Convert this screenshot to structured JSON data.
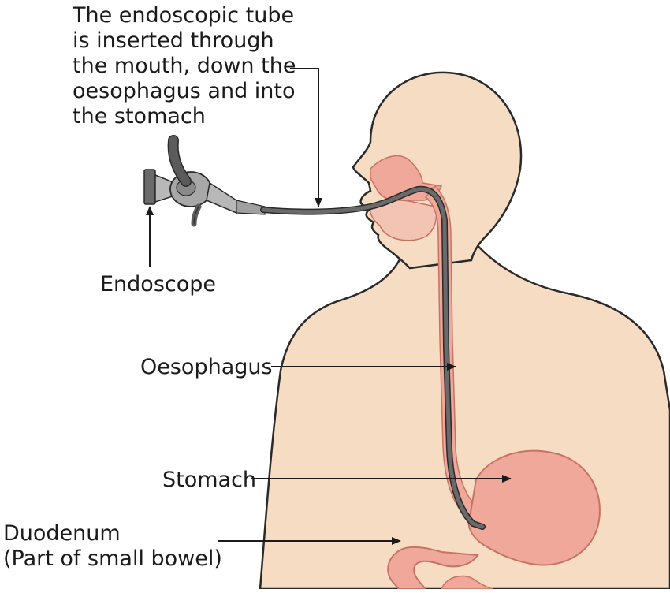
{
  "caption": {
    "lines": [
      "The endoscopic tube",
      "is inserted through",
      "the mouth, down the",
      "oesophagus and into",
      "the stomach"
    ]
  },
  "labels": {
    "endoscope": "Endoscope",
    "oesophagus": "Oesophagus",
    "stomach": "Stomach",
    "duodenum_line1": "Duodenum",
    "duodenum_line2": "(Part of small bowel)"
  },
  "colors": {
    "skin": "#f6dcc3",
    "skin_outline": "#2a2a2a",
    "organ": "#efa89a",
    "organ_dark": "#e48f80",
    "tube": "#5b5b5b",
    "device_gray": "#a8a8a8",
    "arrow": "#1a1a1a"
  }
}
